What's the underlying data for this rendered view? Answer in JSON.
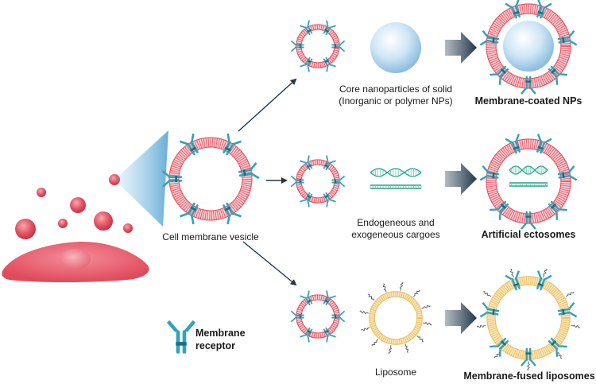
{
  "labels": {
    "core_np_line1": "Core nanoparticles of solid",
    "core_np_line2": "(Inorganic or polymer NPs)",
    "membrane_coated": "Membrane-coated NPs",
    "cell_vesicle": "Cell membrane vesicle",
    "cargo_line1": "Endogeneous and",
    "cargo_line2": "exogeneous cargoes",
    "ectosomes": "Artificial ectosomes",
    "liposome": "Liposome",
    "fused_liposomes": "Membrane-fused liposomes",
    "legend_line1": "Membrane",
    "legend_line2": "receptor"
  },
  "colors": {
    "membrane": "#e6505f",
    "receptor": "#2fa3bd",
    "liposome": "#f0c060",
    "arrow_dark": "#243848",
    "cell": "#e05566"
  }
}
